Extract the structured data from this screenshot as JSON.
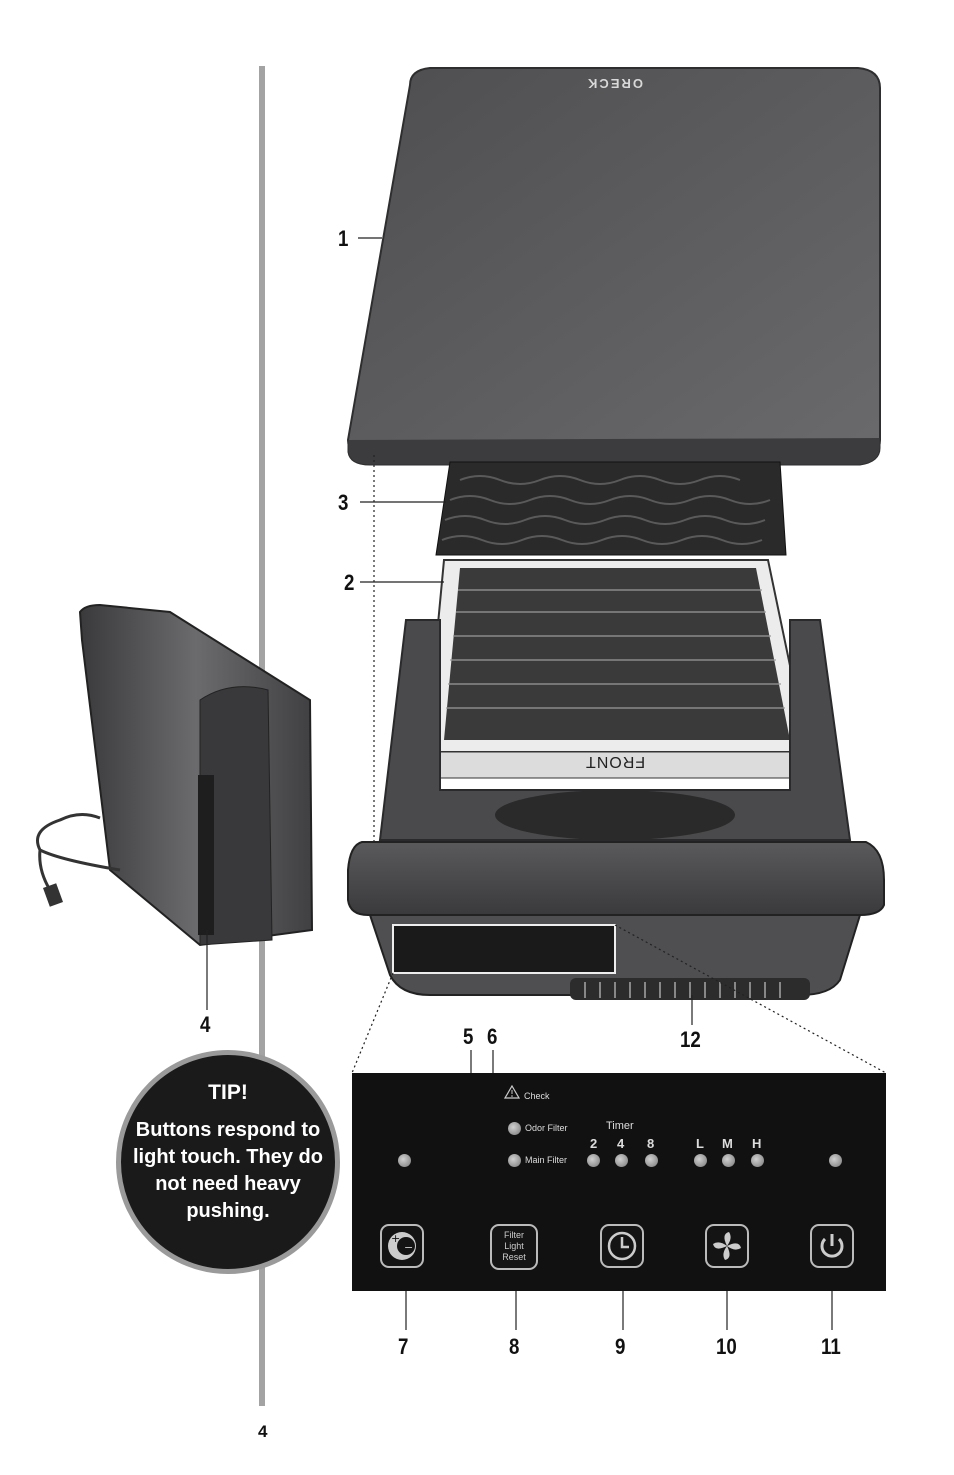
{
  "callouts": {
    "c1": "1",
    "c2": "2",
    "c3": "3",
    "c4": "4",
    "c5": "5",
    "c6": "6",
    "c7": "7",
    "c8": "8",
    "c9": "9",
    "c10": "10",
    "c11": "11",
    "c12": "12"
  },
  "cover_logo": "ORECK",
  "filter_label": "FRONT",
  "tip": {
    "title": "TIP!",
    "body": "Buttons respond to light touch. They do not need heavy pushing."
  },
  "panel": {
    "check": "Check",
    "odor_filter": "Odor Filter",
    "main_filter": "Main Filter",
    "timer": "Timer",
    "timer_2": "2",
    "timer_4": "4",
    "timer_8": "8",
    "speed_l": "L",
    "speed_m": "M",
    "speed_h": "H",
    "reset_line1": "Filter",
    "reset_line2": "Light",
    "reset_line3": "Reset"
  },
  "page_number": "4",
  "icons": [
    "warning-icon",
    "ionizer-icon",
    "timer-clock-icon",
    "fan-icon",
    "power-icon"
  ]
}
